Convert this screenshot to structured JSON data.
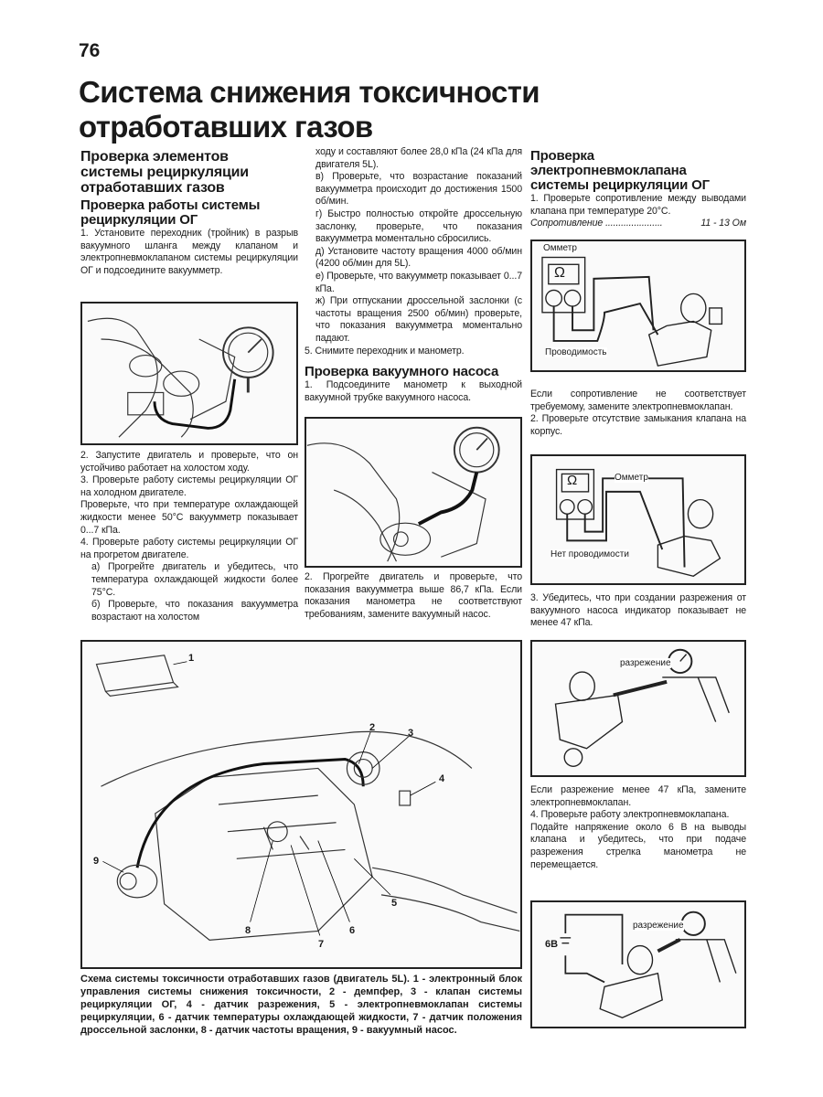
{
  "page_number": "76",
  "title": [
    "Система снижения токсичности",
    "отработавших газов"
  ],
  "col1": {
    "heading": [
      "Проверка элементов",
      "системы рециркуляции",
      "отработавших газов"
    ],
    "subheading": [
      "Проверка работы системы",
      "рециркуляции ОГ"
    ],
    "step1": "1. Установите переходник (тройник) в разрыв вакуумного шланга между клапаном и электропневмоклапаном системы рециркуляции ОГ и подсоедините вакуумметр.",
    "step2": "2. Запустите двигатель и проверьте, что он устойчиво работает на холостом ходу.",
    "step3": "3. Проверьте работу системы рециркуляции ОГ на холодном двигателе.",
    "step3b": "Проверьте, что при температуре охлаждающей жидкости менее 50°С вакуумметр показывает 0...7 кПа.",
    "step4": "4. Проверьте работу системы рециркуляции ОГ на прогретом двигателе.",
    "step4a": "а) Прогрейте двигатель и убедитесь, что температура охлаждающей жидкости более 75°С.",
    "step4b": "б) Проверьте, что показания вакуумметра возрастают на холостом"
  },
  "col2": {
    "cont": "ходу и составляют более 28,0 кПа (24 кПа для двигателя 5L).",
    "v": "в) Проверьте, что возрастание показаний вакуумметра происходит до достижения 1500 об/мин.",
    "g": "г) Быстро полностью откройте дроссельную заслонку, проверьте, что показания вакуумметра моментально сбросились.",
    "d": "д) Установите частоту вращения 4000 об/мин (4200 об/мин для 5L).",
    "e": "е) Проверьте, что вакуумметр показывает 0...7 кПа.",
    "zh": "ж) При отпускании дроссельной заслонки (с частоты вращения 2500 об/мин) проверьте, что показания вакуумметра моментально падают.",
    "step5": "5. Снимите переходник и манометр.",
    "heading": "Проверка вакуумного насоса",
    "p1": "1. Подсоедините манометр к выходной вакуумной трубке вакуумного насоса.",
    "p2": "2. Прогрейте двигатель и проверьте, что показания вакуумметра выше 86,7 кПа. Если показания манометра не соответствуют требованиям, замените вакуумный насос."
  },
  "col3": {
    "heading": [
      "Проверка",
      "электропневмоклапана",
      "системы рециркуляции ОГ"
    ],
    "step1": "1. Проверьте сопротивление между выводами клапана при температуре 20°С.",
    "spec_label": "Сопротивление ......................",
    "spec_value": "11 - 13 Ом",
    "fig1_ohmmeter": "Омметр",
    "fig1_conductivity": "Проводимость",
    "ohm_symbol": "Ω",
    "p_replace": "Если сопротивление не соответствует требуемому, замените электропневмоклапан.",
    "step2": "2. Проверьте отсутствие замыкания клапана на корпус.",
    "fig2_ohmmeter": "Омметр",
    "fig2_no_conductivity": "Нет проводимости",
    "step3": "3. Убедитесь, что при создании разрежения от вакуумного насоса индикатор показывает не менее 47 кПа.",
    "fig3_vacuum": "разрежение",
    "p_replace2": "Если разрежение менее 47 кПа, замените электропневмоклапан.",
    "step4": "4. Проверьте работу электропневмоклапана.",
    "step4b": "Подайте напряжение около 6 В на выводы клапана и убедитесь, что при подаче разрежения стрелка манометра не перемещается.",
    "fig4_voltage": "6В",
    "fig4_vacuum": "разрежение"
  },
  "diagram": {
    "callouts": [
      "1",
      "2",
      "3",
      "4",
      "5",
      "6",
      "7",
      "8",
      "9"
    ],
    "caption_title": "Схема системы токсичности отработавших газов (двигатель 5L).",
    "caption_body": "1 - электронный блок управления системы снижения токсичности, 2 - демпфер, 3 - клапан системы рециркуляции ОГ, 4 - датчик разрежения, 5 - электропневмоклапан системы рециркуляции, 6 - датчик температуры охлаждающей жидкости, 7 - датчик положения дроссельной заслонки, 8 - датчик частоты вращения, 9 - вакуумный насос."
  }
}
